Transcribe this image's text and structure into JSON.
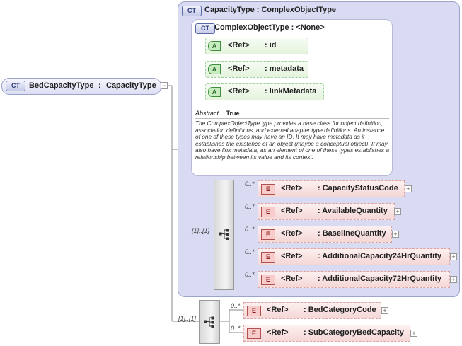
{
  "root": {
    "badge": "CT",
    "name": "BedCapacityType",
    "sep": ":",
    "type": "CapacityType"
  },
  "outer": {
    "badge": "CT",
    "title": "CapacityType : ComplexObjectType"
  },
  "inner": {
    "badge": "CT",
    "title": "ComplexObjectType : <None>"
  },
  "attributes": [
    {
      "badge": "A",
      "ref": "<Ref>",
      "name": ": id"
    },
    {
      "badge": "A",
      "ref": "<Ref>",
      "name": ": metadata"
    },
    {
      "badge": "A",
      "ref": "<Ref>",
      "name": ": linkMetadata"
    }
  ],
  "abstract": {
    "label": "Abstract",
    "value": "True"
  },
  "documentation": "The ComplexObjectType type provides a base class for object definition, association definitions, and external adapter type definitions. An instance of one of these types may have an ID. It may have metadata as it establishes the existence of an object (maybe a conceptual object). It may also have link metadata, as an element of one of these types establishes a relationship between its value and its context.",
  "sequence1": {
    "cardinality": "[1]..[1]",
    "elements": [
      {
        "mult": "0..*",
        "badge": "E",
        "ref": "<Ref>",
        "name": ": CapacityStatusCode"
      },
      {
        "mult": "0..*",
        "badge": "E",
        "ref": "<Ref>",
        "name": ": AvailableQuantity"
      },
      {
        "mult": "0..*",
        "badge": "E",
        "ref": "<Ref>",
        "name": ": BaselineQuantity"
      },
      {
        "mult": "0..*",
        "badge": "E",
        "ref": "<Ref>",
        "name": ": AdditionalCapacity24HrQuantity"
      },
      {
        "mult": "0..*",
        "badge": "E",
        "ref": "<Ref>",
        "name": ": AdditionalCapacity72HrQuantity"
      }
    ]
  },
  "sequence2": {
    "cardinality": "[1]..[1]",
    "elements": [
      {
        "mult": "0..*",
        "badge": "E",
        "ref": "<Ref>",
        "name": ": BedCategoryCode"
      },
      {
        "mult": "0..*",
        "badge": "E",
        "ref": "<Ref>",
        "name": ": SubCategoryBedCapacity"
      }
    ]
  },
  "toggles": {
    "collapse": "−",
    "expand": "+"
  }
}
